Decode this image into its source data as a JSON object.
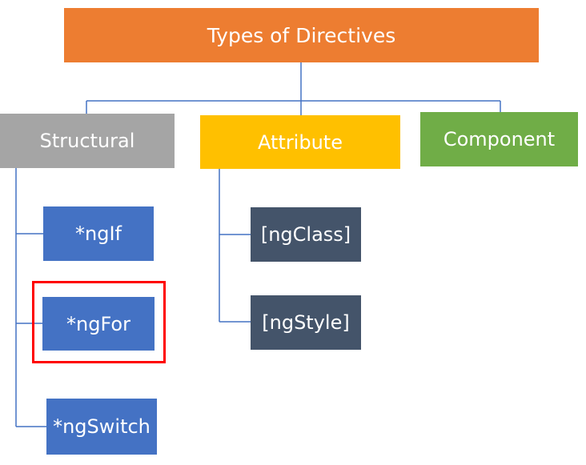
{
  "diagram": {
    "root": {
      "label": "Types of Directives",
      "color": "#ed7d31"
    },
    "categories": [
      {
        "key": "structural",
        "label": "Structural",
        "color": "#a5a5a5"
      },
      {
        "key": "attribute",
        "label": "Attribute",
        "color": "#ffc000"
      },
      {
        "key": "component",
        "label": "Component",
        "color": "#70ad47"
      }
    ],
    "structural_children": [
      {
        "label": "*ngIf",
        "color": "#4472c4"
      },
      {
        "label": "*ngFor",
        "color": "#4472c4",
        "highlighted": true
      },
      {
        "label": "*ngSwitch",
        "color": "#4472c4"
      }
    ],
    "attribute_children": [
      {
        "label": "[ngClass]",
        "color": "#44546a"
      },
      {
        "label": "[ngStyle]",
        "color": "#44546a"
      }
    ],
    "connector_color": "#4472c4",
    "highlight_color": "#ff0000"
  }
}
